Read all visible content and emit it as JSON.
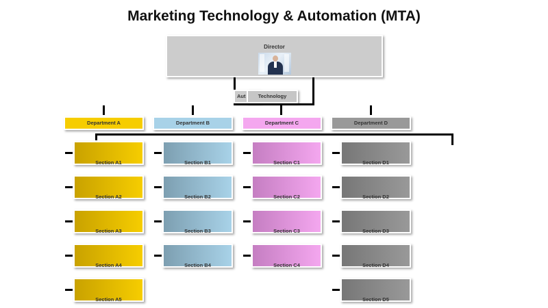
{
  "title": "Marketing Technology & Automation (MTA)",
  "director": {
    "label": "Director",
    "photo_icon": "person-photo"
  },
  "sub_units": {
    "automation": "Aut",
    "technology": "Technology"
  },
  "departments": {
    "a": {
      "label": "Department A",
      "color": "#f6cd00",
      "sections": [
        "Section A1",
        "Section A2",
        "Section A3",
        "Section A4",
        "Section A5"
      ]
    },
    "b": {
      "label": "Department B",
      "color": "#a8d2e8",
      "sections": [
        "Section B1",
        "Section B2",
        "Section B3",
        "Section B4"
      ]
    },
    "c": {
      "label": "Department C",
      "color": "#f4a7ef",
      "sections": [
        "Section C1",
        "Section C2",
        "Section C3",
        "Section C4"
      ]
    },
    "d": {
      "label": "Department D",
      "color": "#999999",
      "sections": [
        "Section D1",
        "Section D2",
        "Section D3",
        "Section D4",
        "Section D5"
      ]
    }
  }
}
